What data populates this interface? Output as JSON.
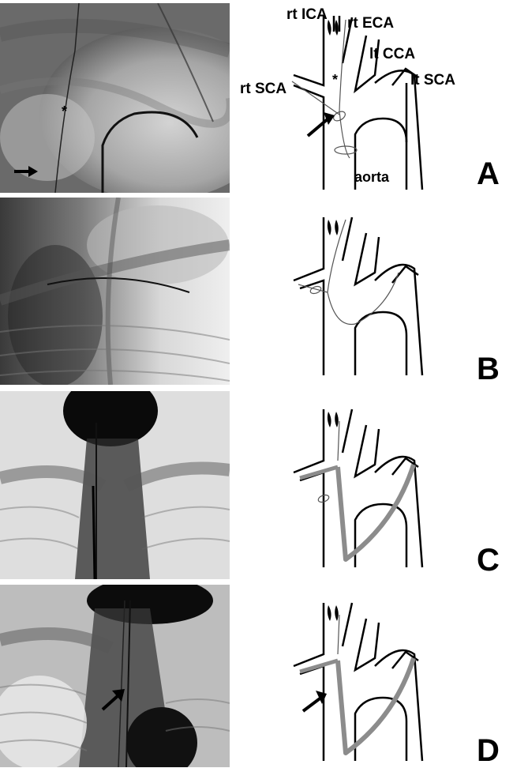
{
  "labels": {
    "rt_ica": "rt ICA",
    "rt_eca": "rt ECA",
    "lt_cca": "lt CCA",
    "rt_sca": "rt SCA",
    "lt_sca": "lt SCA",
    "aorta": "aorta",
    "asterisk": "*"
  },
  "panels": [
    {
      "letter": "A"
    },
    {
      "letter": "B"
    },
    {
      "letter": "C"
    },
    {
      "letter": "D"
    }
  ],
  "colors": {
    "catheter_gray": "#8c8c8c",
    "vessel_black": "#000000"
  }
}
